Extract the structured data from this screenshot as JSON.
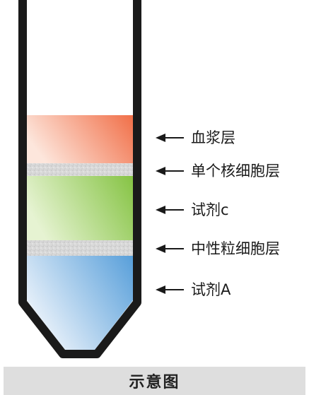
{
  "caption": "示意图",
  "tube": {
    "layers": [
      {
        "key": "plasma",
        "label": "血浆层",
        "color_top": "#f58a6a",
        "color_bottom": "#fde3d8"
      },
      {
        "key": "mononuclear",
        "label": "单个核细胞层",
        "color": "#d6d6d6"
      },
      {
        "key": "reagent_c",
        "label": "试剂c",
        "color_top": "#86c340",
        "color_bottom": "#e4f2cf"
      },
      {
        "key": "granulocyte",
        "label": "中性粒细胞层",
        "color": "#d6d6d6"
      },
      {
        "key": "reagent_a",
        "label": "试剂A",
        "color_top": "#5ba3dc",
        "color_bottom": "#eaf2fa"
      }
    ],
    "wall_color": "#1a1a1a"
  }
}
